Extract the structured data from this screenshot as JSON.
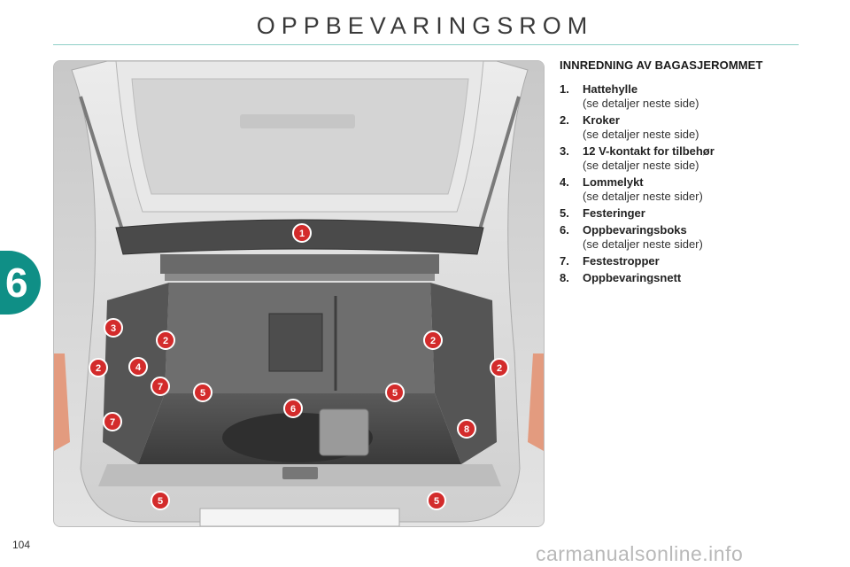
{
  "page": {
    "title": "OPPBEVARINGSROM",
    "chapter_number": "6",
    "page_number": "104",
    "watermark": "carmanualsonline.info"
  },
  "figure": {
    "markers": [
      "1",
      "2",
      "3",
      "4",
      "5",
      "6",
      "7",
      "8"
    ]
  },
  "section": {
    "heading": "INNREDNING AV BAGASJEROMMET",
    "items": [
      {
        "num": "1.",
        "name": "Hattehylle",
        "detail": "(se detaljer neste side)"
      },
      {
        "num": "2.",
        "name": "Kroker",
        "detail": "(se detaljer neste side)"
      },
      {
        "num": "3.",
        "name": "12 V-kontakt for tilbehør",
        "detail": "(se detaljer neste side)"
      },
      {
        "num": "4.",
        "name": "Lommelykt",
        "detail": "(se detaljer neste sider)"
      },
      {
        "num": "5.",
        "name": "Festeringer",
        "detail": ""
      },
      {
        "num": "6.",
        "name": "Oppbevaringsboks",
        "detail": "(se detaljer neste sider)"
      },
      {
        "num": "7.",
        "name": "Festestropper",
        "detail": ""
      },
      {
        "num": "8.",
        "name": "Oppbevaringsnett",
        "detail": ""
      }
    ]
  },
  "colors": {
    "accent": "#0f8f86",
    "marker": "#d32b2b",
    "rule": "#8fcfc7"
  }
}
